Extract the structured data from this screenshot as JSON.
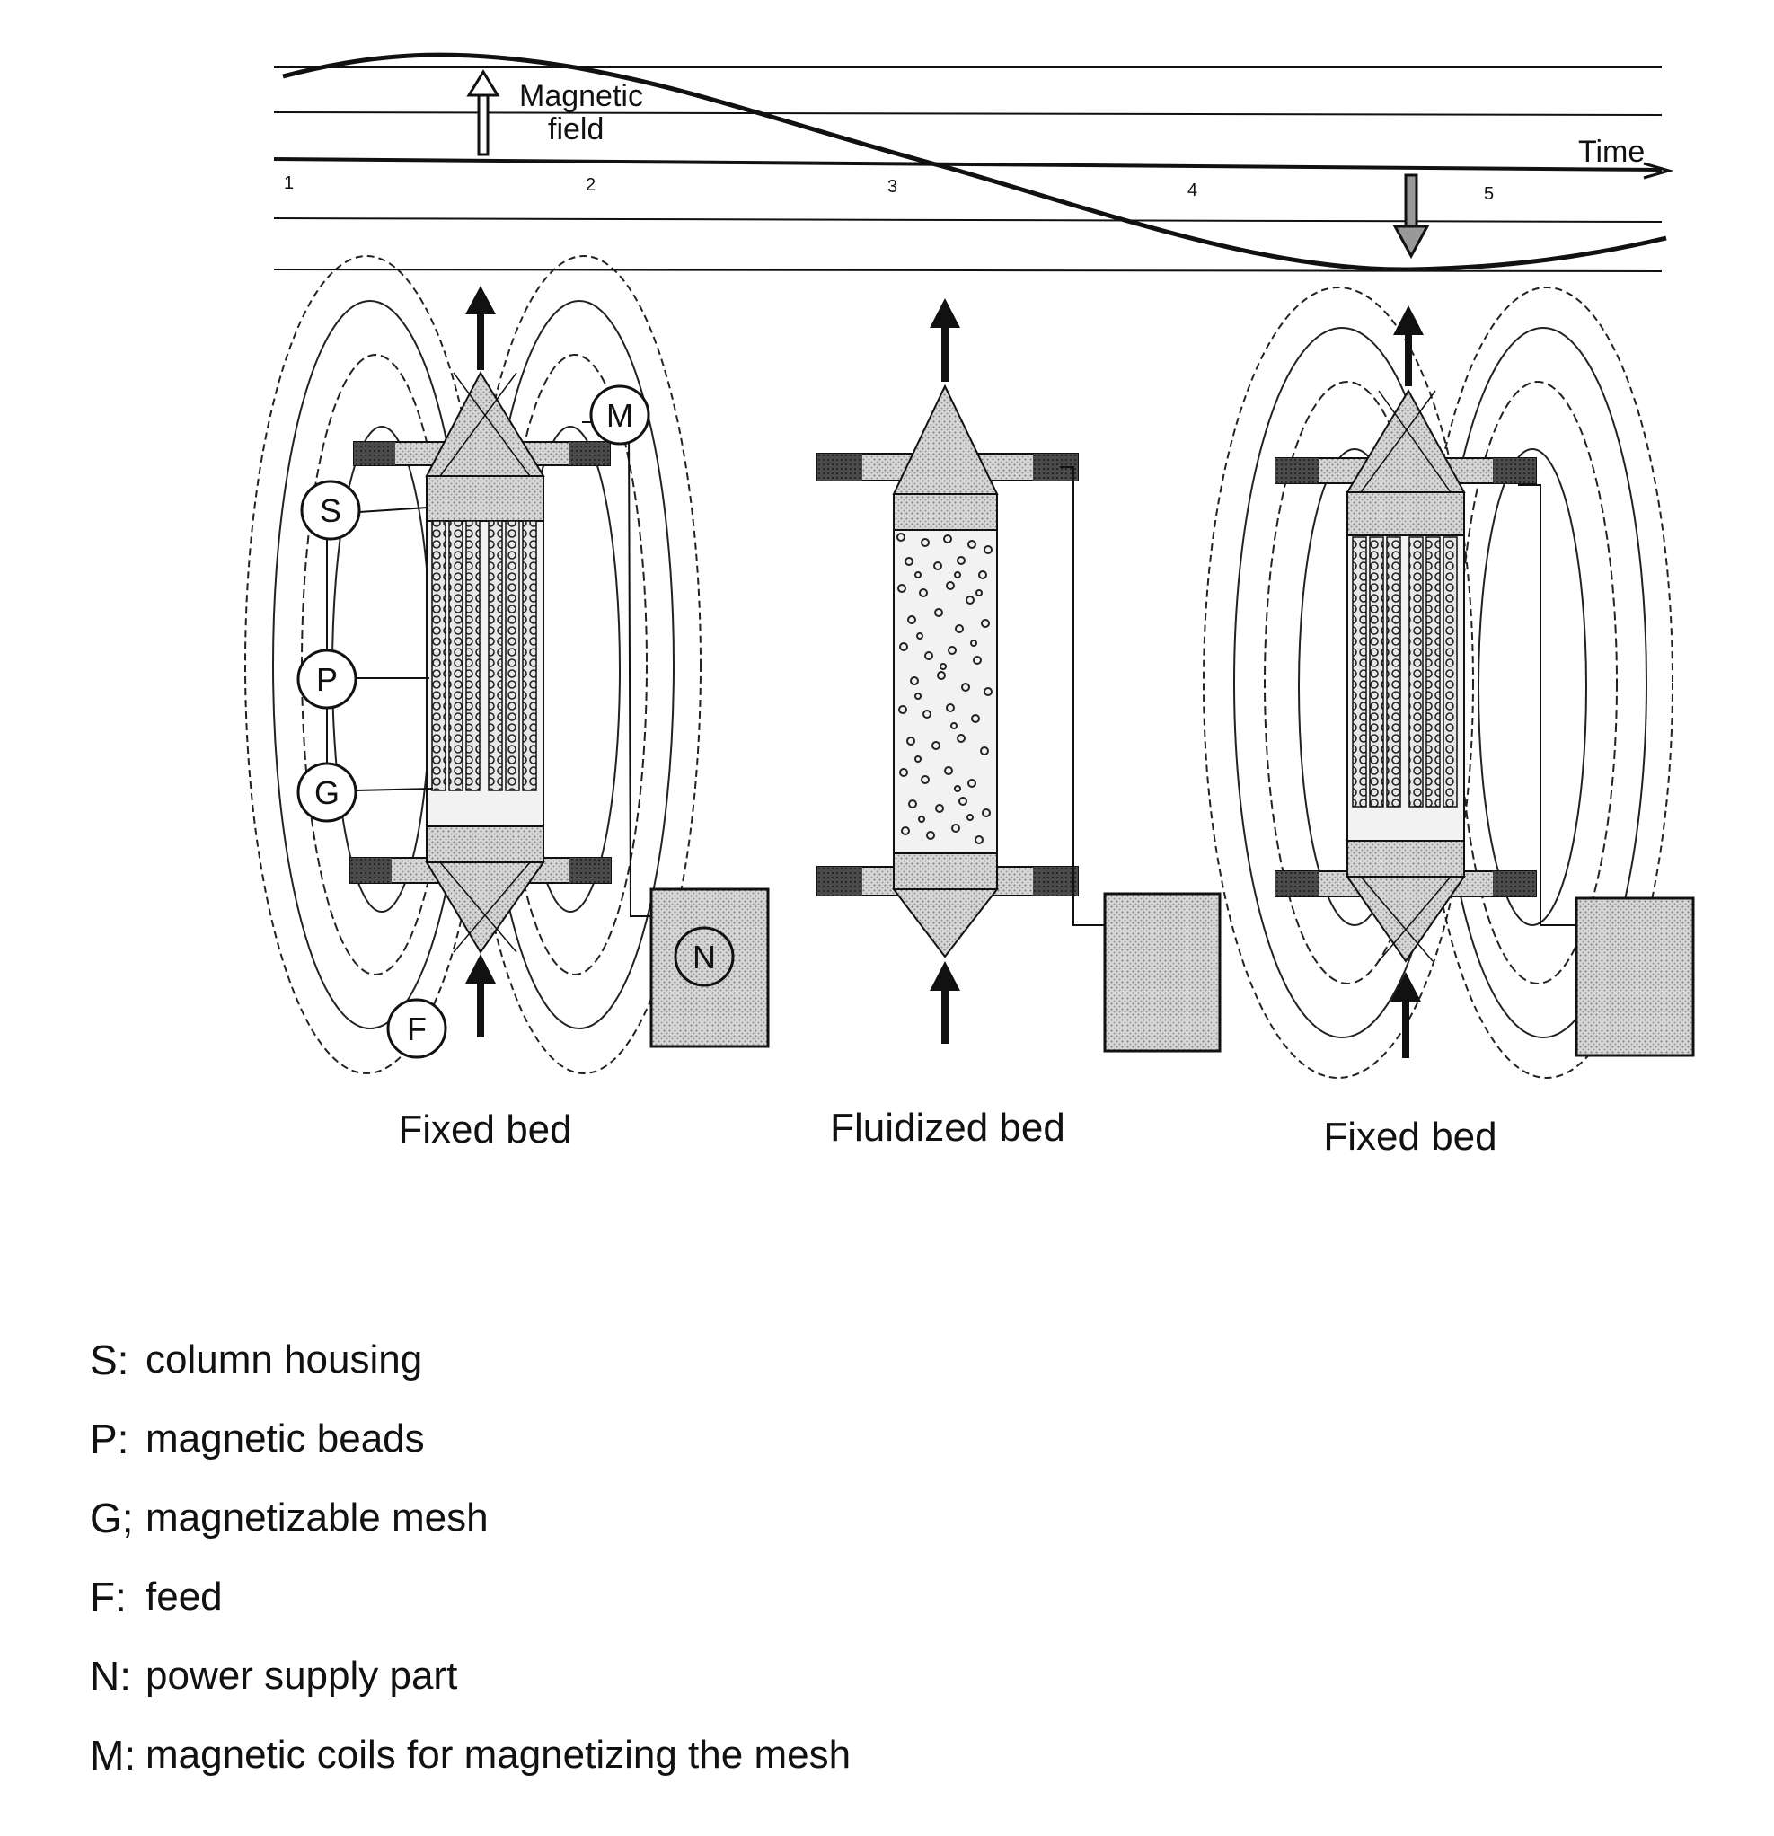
{
  "timeline": {
    "field_label_line1": "Magnetic",
    "field_label_line2": "field",
    "axis_label": "Time",
    "ticks": [
      "1",
      "2",
      "3",
      "4",
      "5"
    ]
  },
  "stages": [
    {
      "caption": "Fixed bed"
    },
    {
      "caption": "Fluidized bed"
    },
    {
      "caption": "Fixed bed"
    }
  ],
  "callouts": {
    "S": "S",
    "P": "P",
    "G": "G",
    "F": "F",
    "M": "M",
    "N": "N"
  },
  "legend": [
    {
      "key": "S:",
      "desc": "column housing"
    },
    {
      "key": "P:",
      "desc": "magnetic beads"
    },
    {
      "key": "G;",
      "desc": "magnetizable mesh"
    },
    {
      "key": "F:",
      "desc": "feed"
    },
    {
      "key": "N:",
      "desc": "power supply part"
    },
    {
      "key": "M:",
      "desc": "magnetic coils for magnetizing the mesh"
    }
  ],
  "colors": {
    "line": "#111111",
    "stipple": "#b8b8b8",
    "dark": "#2a2a2a"
  }
}
